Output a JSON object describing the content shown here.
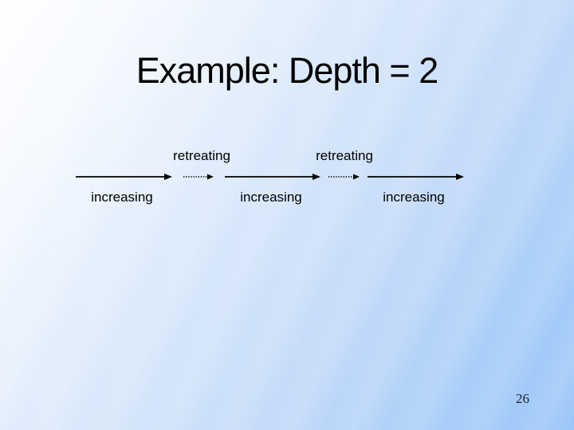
{
  "slide": {
    "title": "Example: Depth = 2",
    "page_number": "26",
    "colors": {
      "background_start": "#ffffff",
      "background_end": "#9ac6f7",
      "text": "#000000",
      "page_number": "#1b2233",
      "arrow": "#000000"
    },
    "diagram": {
      "retreating_labels": [
        "retreating",
        "retreating"
      ],
      "increasing_labels": [
        "increasing",
        "increasing",
        "increasing"
      ],
      "solid_arrow_count": 3,
      "dotted_arrow_count": 2
    }
  }
}
